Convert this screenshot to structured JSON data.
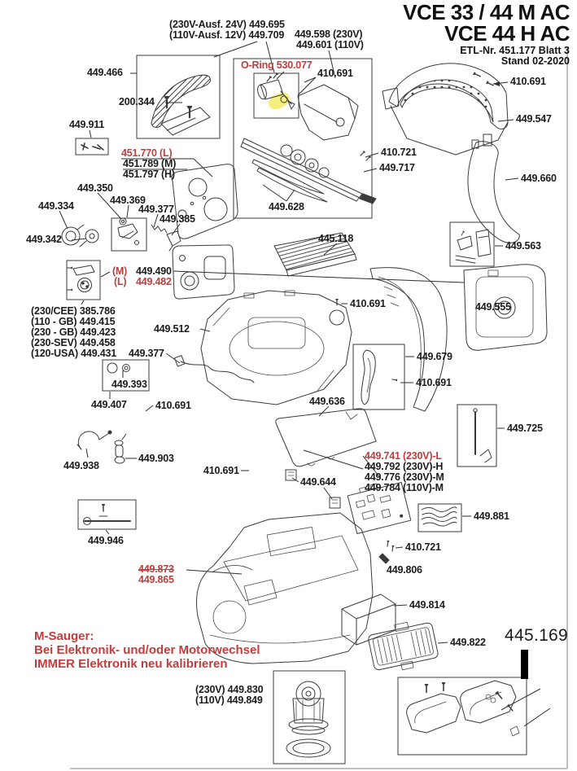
{
  "title": {
    "line1": "VCE 33 / 44 M AC",
    "line2": "VCE  44 H AC",
    "etl": "ETL-Nr. 451.177   Blatt 3",
    "stand": "Stand 02-2020"
  },
  "colors": {
    "label_black": "#1c1c1c",
    "label_red": "#c43c3c",
    "highlight_yellow": "#f5ee7f",
    "line": "#3b3b3b"
  },
  "notes": [
    "M-Sauger:",
    "Bei Elektronik- und/oder Motorwechsel",
    "IMMER Elektronik neu kalibrieren"
  ],
  "labels": [
    {
      "text": "(230V-Ausf. 24V) 449.695"
    },
    {
      "text": "(110V-Ausf. 12V) 449.709"
    },
    {
      "text": "449.598 (230V)"
    },
    {
      "text": "449.601 (110V)"
    },
    {
      "text": "449.466"
    },
    {
      "text": "O-Ring 530.077"
    },
    {
      "text": "410.691"
    },
    {
      "text": "410.691"
    },
    {
      "text": "200.344"
    },
    {
      "text": "449.547"
    },
    {
      "text": "449.911"
    },
    {
      "text": "451.770 (L)"
    },
    {
      "text": "451.789 (M)"
    },
    {
      "text": "451.797 (H)"
    },
    {
      "text": "410.721"
    },
    {
      "text": "449.717"
    },
    {
      "text": "449.660"
    },
    {
      "text": "449.350"
    },
    {
      "text": "449.369"
    },
    {
      "text": "449.334"
    },
    {
      "text": "449.377"
    },
    {
      "text": "449.385"
    },
    {
      "text": "449.628"
    },
    {
      "text": "445.118"
    },
    {
      "text": "449.342"
    },
    {
      "text": "449.563"
    },
    {
      "text": "(M)"
    },
    {
      "text": "449.490"
    },
    {
      "text": "(L)"
    },
    {
      "text": "449.482"
    },
    {
      "text": "410.691"
    },
    {
      "text": "449.555"
    },
    {
      "text": "(230/CEE) 385.786"
    },
    {
      "text": "(110 - GB) 449.415"
    },
    {
      "text": "(230 - GB) 449.423"
    },
    {
      "text": "(230-SEV) 449.458"
    },
    {
      "text": "(120-USA) 449.431"
    },
    {
      "text": "449.512"
    },
    {
      "text": "449.377"
    },
    {
      "text": "449.679"
    },
    {
      "text": "410.691"
    },
    {
      "text": "449.393"
    },
    {
      "text": "449.407"
    },
    {
      "text": "410.691"
    },
    {
      "text": "449.636"
    },
    {
      "text": "449.725"
    },
    {
      "text": "449.938"
    },
    {
      "text": "449.903"
    },
    {
      "text": "410.691"
    },
    {
      "text": "449.741 (230V)-L"
    },
    {
      "text": "449.792 (230V)-H"
    },
    {
      "text": "449.776 (230V)-M"
    },
    {
      "text": "449.784 (110V)-M"
    },
    {
      "text": "449.644"
    },
    {
      "text": "449.881"
    },
    {
      "text": "449.946"
    },
    {
      "text": "410.721"
    },
    {
      "text": "449.806"
    },
    {
      "text": "449.873"
    },
    {
      "text": "449.865"
    },
    {
      "text": "449.814"
    },
    {
      "text": "449.822"
    },
    {
      "text": "445.169"
    },
    {
      "text": "(230V) 449.830"
    },
    {
      "text": "(110V) 449.849"
    }
  ]
}
